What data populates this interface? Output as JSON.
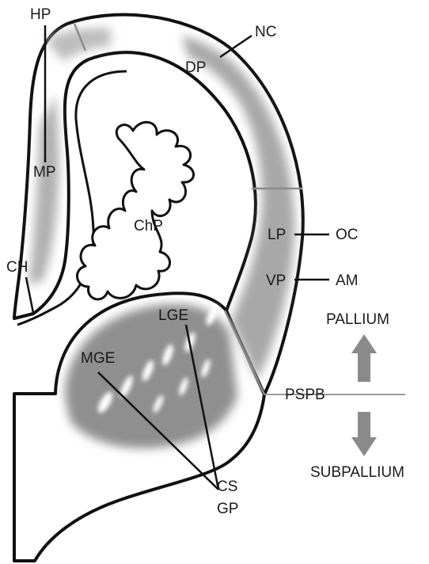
{
  "labels": {
    "hp": "HP",
    "nc": "NC",
    "dp": "DP",
    "mp": "MP",
    "chp": "ChP",
    "lp": "LP",
    "oc": "OC",
    "vp": "VP",
    "am": "AM",
    "ch": "CH",
    "lge": "LGE",
    "mge": "MGE",
    "pallium": "PALLIUM",
    "pspb": "PSPB",
    "subpallium": "SUBPALLIUM",
    "cs": "CS",
    "gp": "GP"
  },
  "colors": {
    "outline": "#111111",
    "shading": "#9a9a9a",
    "boundary_line": "#8c8c8c",
    "arrow": "#8a8a8a",
    "background": "#ffffff"
  }
}
